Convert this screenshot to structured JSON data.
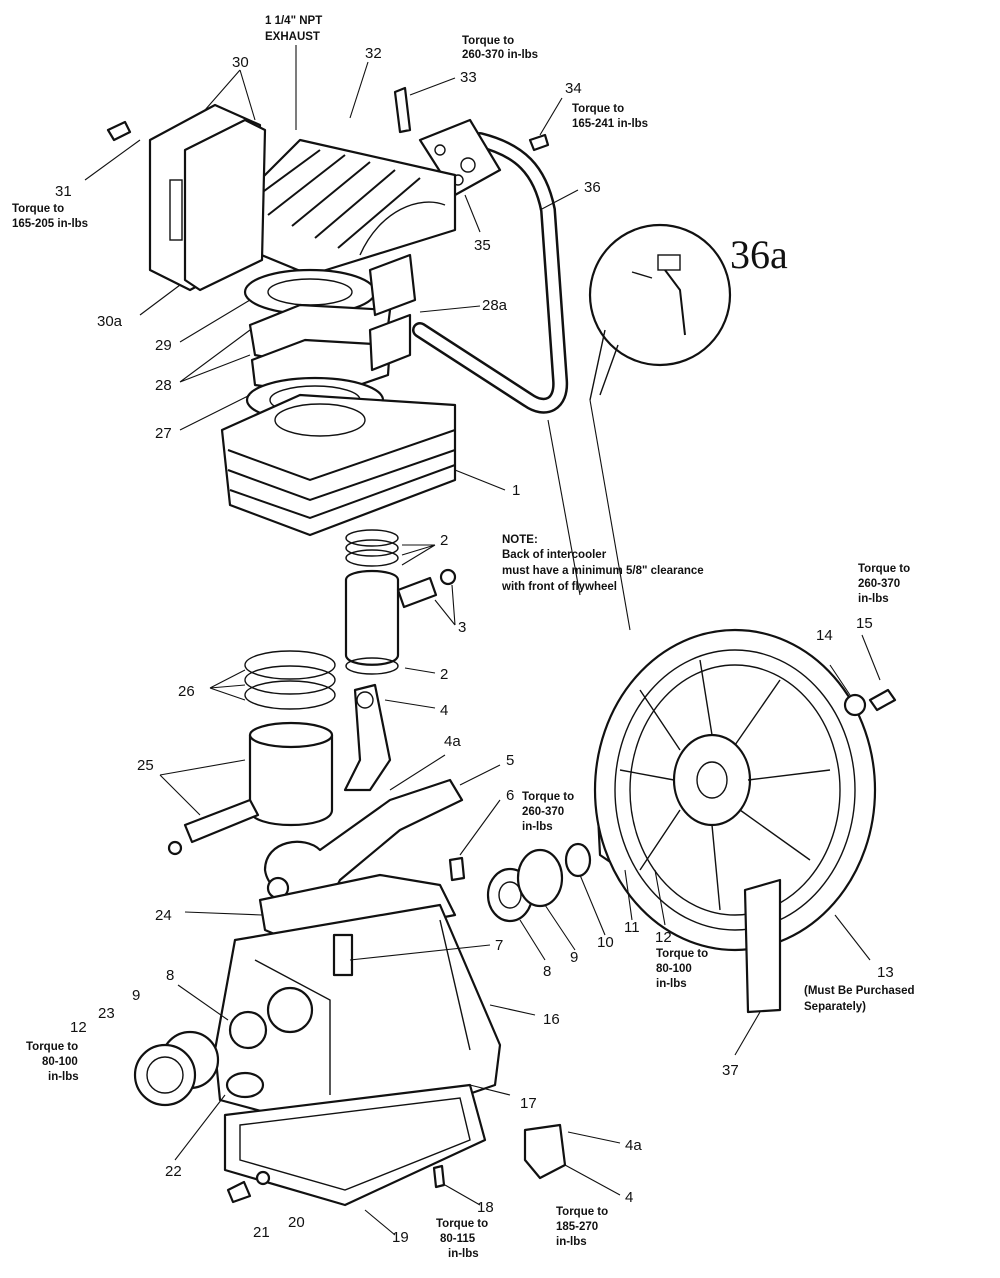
{
  "labels": {
    "exhaust": [
      "1 1/4\" NPT",
      "EXHAUST"
    ],
    "n30": "30",
    "n32": "32",
    "n33": "33",
    "n34": "34",
    "n31": "31",
    "n36": "36",
    "n35": "35",
    "n36a": "36a",
    "n30a": "30a",
    "n28a": "28a",
    "n29": "29",
    "n28": "28",
    "n27": "27",
    "n1": "1",
    "n2a": "2",
    "n2b": "2",
    "n3": "3",
    "n26": "26",
    "n4a": "4",
    "n4aa": "4a",
    "n25": "25",
    "n5": "5",
    "n6": "6",
    "n14": "14",
    "n15": "15",
    "n24": "24",
    "n7": "7",
    "n8a": "8",
    "n9a": "9",
    "n10": "10",
    "n11": "11",
    "n12a": "12",
    "n13": "13",
    "n8b": "8",
    "n9b": "9",
    "n23": "23",
    "n12b": "12",
    "n16": "16",
    "n37": "37",
    "n17": "17",
    "n4ab": "4a",
    "n22": "22",
    "n18": "18",
    "n4b": "4",
    "n21": "21",
    "n20": "20",
    "n19": "19"
  },
  "torque": {
    "t33": [
      "Torque to",
      "260-370 in-lbs"
    ],
    "t34": [
      "Torque to",
      "165-241 in-lbs"
    ],
    "t31": [
      "Torque to",
      "165-205 in-lbs"
    ],
    "t15": [
      "Torque to",
      "260-370",
      "in-lbs"
    ],
    "t6": [
      "Torque to",
      "260-370",
      "in-lbs"
    ],
    "t12a": [
      "Torque to",
      "80-100",
      "in-lbs"
    ],
    "t12b": [
      "Torque to",
      "80-100",
      "in-lbs"
    ],
    "t18": [
      "Torque to",
      "80-115",
      "in-lbs"
    ],
    "t4": [
      "Torque to",
      "185-270",
      "in-lbs"
    ]
  },
  "note": [
    "NOTE:",
    "Back of intercooler",
    "must have a minimum 5/8\" clearance",
    "with front of flywheel"
  ],
  "part13_note": [
    "(Must Be Purchased",
    "Separately)"
  ]
}
